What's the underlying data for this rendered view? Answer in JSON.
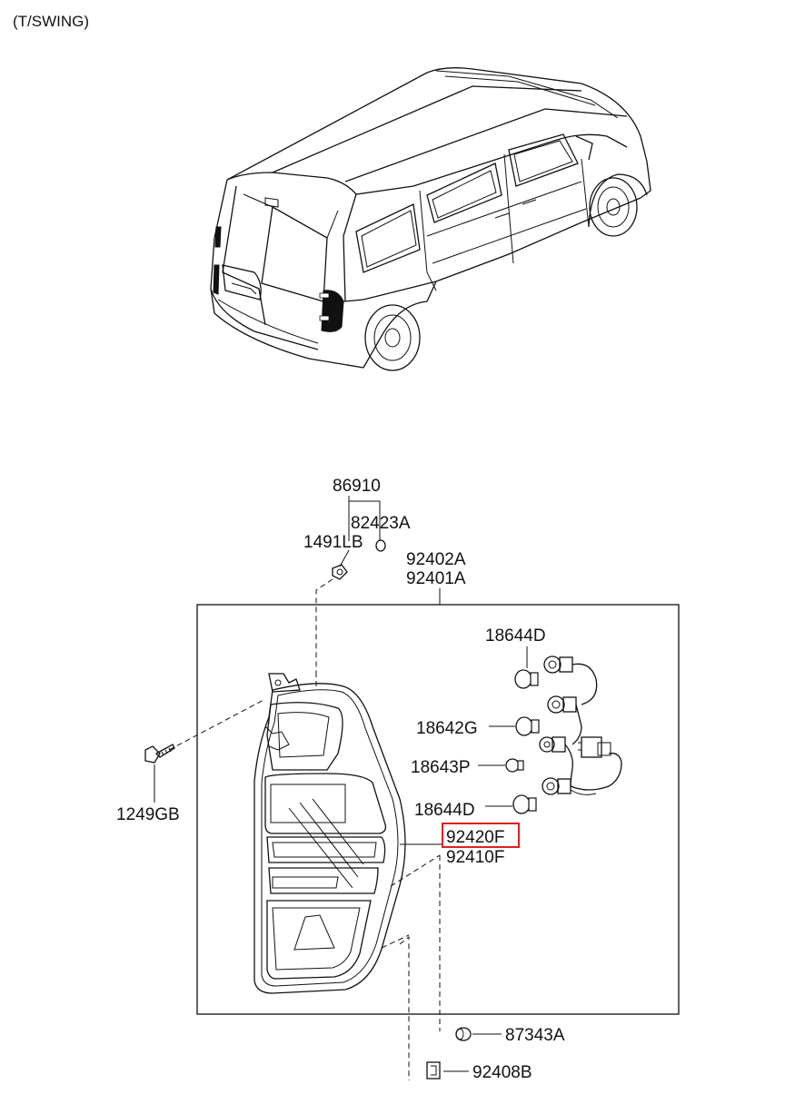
{
  "header": {
    "variant": "(T/SWING)"
  },
  "parts": [
    {
      "code": "86910"
    },
    {
      "code": "82423A"
    },
    {
      "code": "1491LB"
    },
    {
      "code": "92402A"
    },
    {
      "code": "92401A"
    },
    {
      "code": "18644D"
    },
    {
      "code": "18642G"
    },
    {
      "code": "18643P"
    },
    {
      "code": "18644D"
    },
    {
      "code": "92420F",
      "highlighted": true
    },
    {
      "code": "92410F"
    },
    {
      "code": "1249GB"
    },
    {
      "code": "87343A"
    },
    {
      "code": "92408B"
    }
  ],
  "colors": {
    "highlight": "#e02020",
    "line": "#111111"
  }
}
